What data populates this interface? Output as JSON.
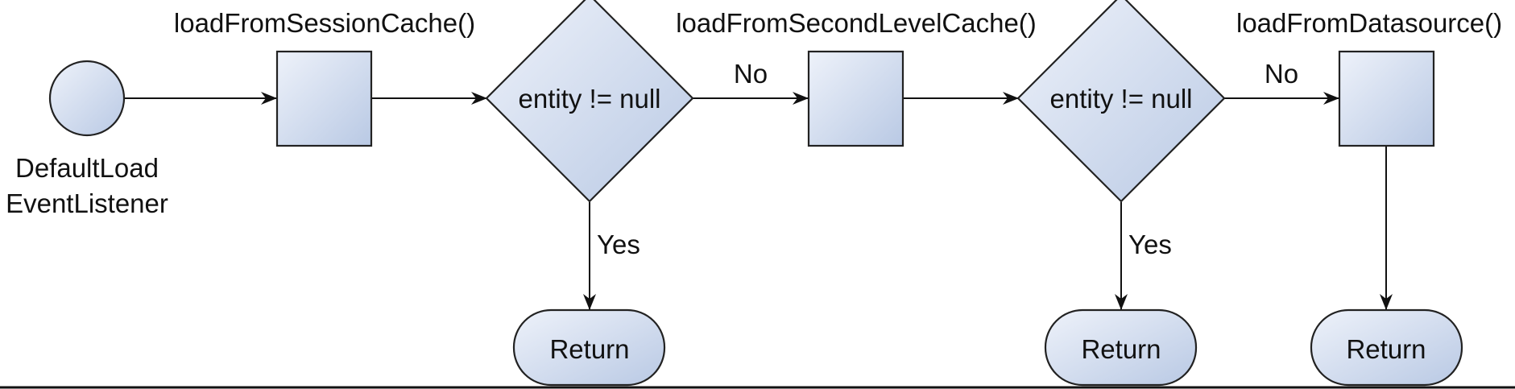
{
  "diagram": {
    "start": {
      "label_line1": "DefaultLoad",
      "label_line2": "EventListener"
    },
    "steps": [
      {
        "label": "loadFromSessionCache()"
      },
      {
        "label": "loadFromSecondLevelCache()"
      },
      {
        "label": "loadFromDatasource()"
      }
    ],
    "decisions": [
      {
        "label": "entity != null",
        "yes_label": "Yes",
        "no_label": "No"
      },
      {
        "label": "entity != null",
        "yes_label": "Yes",
        "no_label": "No"
      }
    ],
    "returns": [
      {
        "label": "Return"
      },
      {
        "label": "Return"
      },
      {
        "label": "Return"
      }
    ],
    "colors": {
      "fill_light": "#eef2fa",
      "fill_dark": "#b9c9e4",
      "stroke": "#222222",
      "edge": "#111111"
    }
  }
}
